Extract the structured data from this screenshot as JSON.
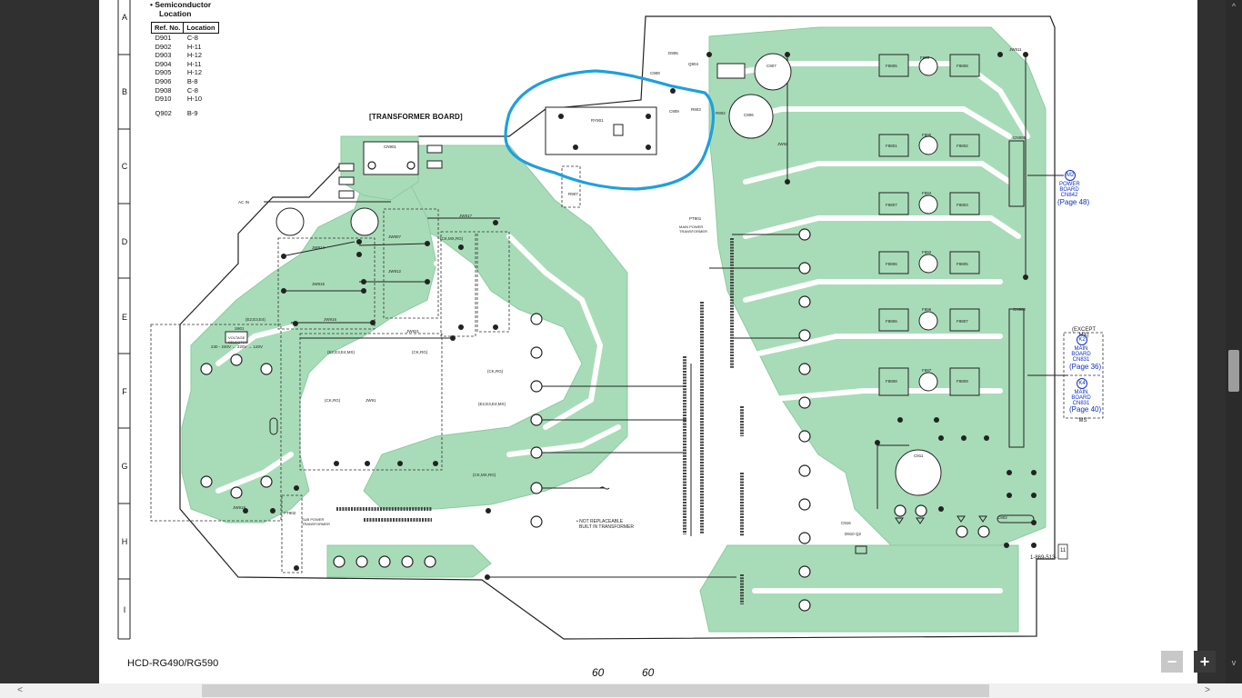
{
  "legend": {
    "title_bullet": "•",
    "title_line1": "Semiconductor",
    "title_line2": "Location",
    "headers": [
      "Ref. No.",
      "Location"
    ],
    "rows": [
      [
        "D901",
        "C-8"
      ],
      [
        "D902",
        "H-11"
      ],
      [
        "D903",
        "H-12"
      ],
      [
        "D904",
        "H-11"
      ],
      [
        "D905",
        "H-12"
      ],
      [
        "D906",
        "B-8"
      ],
      [
        "D908",
        "C-8"
      ],
      [
        "D910",
        "H-10"
      ],
      [
        "",
        ""
      ],
      [
        "Q902",
        "B-9"
      ]
    ]
  },
  "row_labels": [
    "A",
    "B",
    "C",
    "D",
    "E",
    "F",
    "G",
    "H",
    "I"
  ],
  "board_title": "[TRANSFORMER BOARD]",
  "connectors": {
    "m2": {
      "badge": "M2",
      "text1": "POWER",
      "text2": "BOARD",
      "text3": "CN842",
      "page": "(Page 48)"
    },
    "k2": {
      "badge": "K2",
      "text1": "MAIN",
      "text2": "BOARD",
      "text3": "CN831",
      "page": "(Page 36)"
    },
    "k4": {
      "badge": "K4",
      "text1": "MAIN",
      "text2": "BOARD",
      "text3": "CN831",
      "page": "(Page 40)"
    },
    "ext_label": "(EXCEPT MX)",
    "ms_label": "\"MS\""
  },
  "small_labels": {
    "not_replace1": "• NOT REPLACEABLE",
    "not_replace2": "BUILT IN TRANSFORMER",
    "voltage": "VOLTAGE SELECTOR",
    "voltage2": "230 - 240V ← 220V → 120V",
    "fixed": "1-869-513-",
    "fixed_num": "11",
    "main_power": "MAIN POWER TRANSFORMER",
    "sub_power": "SUB POWER TRANSFORMER"
  },
  "footer": {
    "model": "HCD-RG490/RG590",
    "page_left": "60",
    "page_right": "60"
  },
  "controls": {
    "zoom_out": "−",
    "zoom_in": "+",
    "scroll_left": "<",
    "scroll_right": ">",
    "scroll_up": "^",
    "scroll_down": "v"
  },
  "colors": {
    "trace_green": "#a8dcb8",
    "trace_dark": "#7bc296",
    "annotation_blue": "#1ea0dc",
    "link_blue": "#1030c0"
  }
}
